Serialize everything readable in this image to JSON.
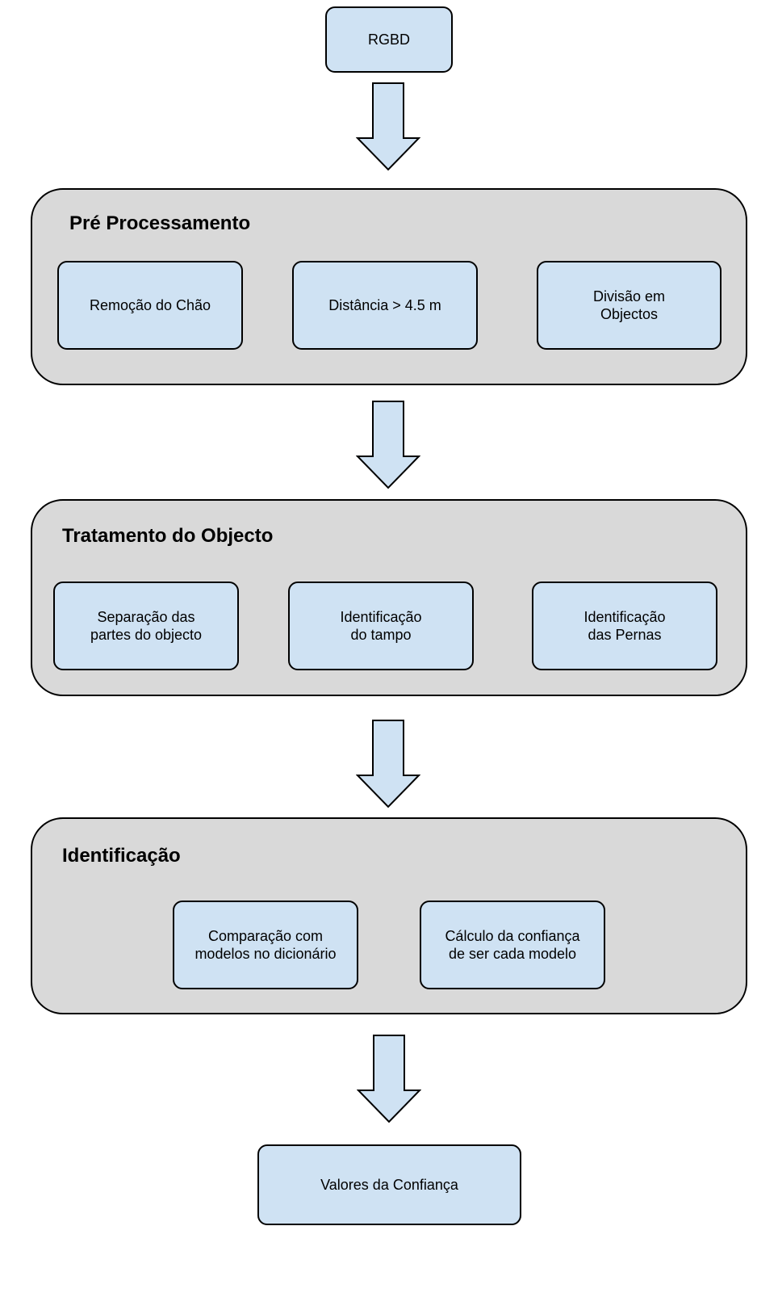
{
  "diagram": {
    "input_node": {
      "label": "RGBD"
    },
    "stage_preprocessing": {
      "title": "Pré Processamento",
      "steps": [
        {
          "label": "Remoção do Chão"
        },
        {
          "label": "Distância > 4.5 m"
        },
        {
          "label": "Divisão em\nObjectos"
        }
      ]
    },
    "stage_object_treatment": {
      "title": "Tratamento do Objecto",
      "steps": [
        {
          "label": "Separação das\npartes do objecto"
        },
        {
          "label": "Identificação\ndo tampo"
        },
        {
          "label": "Identificação\ndas Pernas"
        }
      ]
    },
    "stage_identification": {
      "title": "Identificação",
      "steps": [
        {
          "label": "Comparação com\nmodelos no dicionário"
        },
        {
          "label": "Cálculo da confiança\nde ser cada modelo"
        }
      ]
    },
    "output_node": {
      "label": "Valores da Confiança"
    }
  },
  "colors": {
    "node_fill": "#cfe2f3",
    "group_fill": "#d9d9d9",
    "stroke": "#000000"
  }
}
